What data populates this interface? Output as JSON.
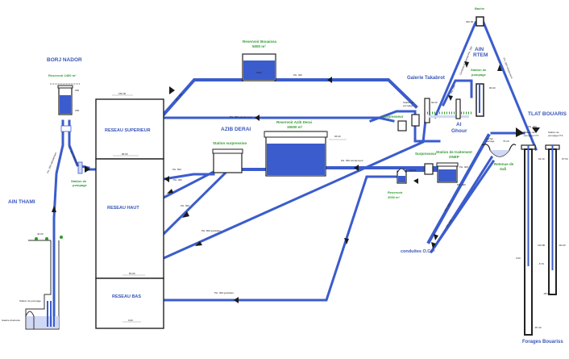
{
  "diagram": {
    "title": "Schéma du réseau d'alimentation en eau potable",
    "localities": {
      "borj_nador": "BORJ NADOR",
      "ain_thami": "AIN THAMI",
      "azib_derai": "AZIB DERAI",
      "ain_rtem": [
        "AIN",
        "RTEM"
      ],
      "al_ghour": [
        "Al",
        "Ghour"
      ],
      "galerie_takabrot": "Galerie Takabrot",
      "tlat_bouaris": "TLAT BOUARIS",
      "forages_bouariss": "Forages Bouariss",
      "conduites_ocp": "conduites O.C.P"
    },
    "reservoirs": {
      "borj_nador": {
        "label": "Reservoir 1400 m³"
      },
      "bouaissa": {
        "label": [
          "Reservoir Bouaissa",
          "5000 m³"
        ],
        "level": "1600"
      },
      "azib_derai": {
        "label": [
          "Reservoir Azib Derai",
          "15000 m³"
        ],
        "level": "66.00"
      },
      "onep": {
        "label": [
          "Reservoir",
          "2000 m³"
        ],
        "level": "118.40"
      }
    },
    "stations": {
      "pompage_borj": [
        "Station de",
        "pompage"
      ],
      "surpression": "Station surpression",
      "surpresseur_1": "Surpresseur",
      "surpresseur_2": "Surpresseur",
      "traitement": [
        "Station de traitement",
        "ONEP"
      ],
      "pompage_rtem": [
        "Station de",
        "pompage"
      ],
      "bache": "Bache",
      "pompage_thami": "Station de pompage",
      "galerie_thami": "Galerie drainante",
      "station_takabrot": [
        "Station de",
        "pompage"
      ],
      "station_p1": [
        "Station de",
        "pompage N°1"
      ],
      "station_p2": [
        "Station de",
        "pompage N°2"
      ],
      "barrage": [
        "Retenue de",
        "Safi"
      ],
      "barrage_note": [
        "Lâcher",
        "barrage"
      ]
    },
    "networks": [
      {
        "label": "RESEAU SUPERIEUR",
        "top_level": "150.00",
        "bottom_level": "86.00"
      },
      {
        "label": "RESEAU HAUT",
        "bottom_level": "50.00"
      },
      {
        "label": "RESEAU BAS",
        "bottom_level": "0.00"
      }
    ],
    "pipes": {
      "to_superieur": "PH. 400",
      "bouaissa_in": "PH. 400",
      "superieur_main": "PH. 300 refoulement",
      "station_out": "PH. 500",
      "haut_1": "PH. 400",
      "haut_2": "PH. 300",
      "haut_3": "PH. 500 gravitaire",
      "azib_in": "PH. 350 refoulement",
      "bas_in": "PH. 400 gravitaire",
      "ocp_1": "PH. 400",
      "ocp_2": "PH. 600",
      "onep_out_1": "PH. 400",
      "onep_out_2": "PH. 400",
      "borj_down": "PH. 250 refoulement",
      "borj_down_2": "PH. 300 refoulement",
      "rtem_left": "Conduite d'amenée PH. 200",
      "rtem_right": "PH. 300 refoulement",
      "rtem_short": "PH. 250",
      "tlat_in": "PH. 300"
    },
    "levels": {
      "borj_top": "180",
      "borj_bottom": "158",
      "thami": "40.00",
      "bache": "340.00",
      "rtem_station": "96.00",
      "takabrot": "94.00",
      "barrage": "76.20",
      "tlat_p1": "63.40",
      "tlat_p2": "67.50",
      "forage1_a": "120.80",
      "forage1_b": "3.00",
      "forage1_c": "-5.70",
      "forage1_d": "-87.40",
      "forage2_a": "-60.00",
      "forage2_b": "-65.00"
    }
  }
}
